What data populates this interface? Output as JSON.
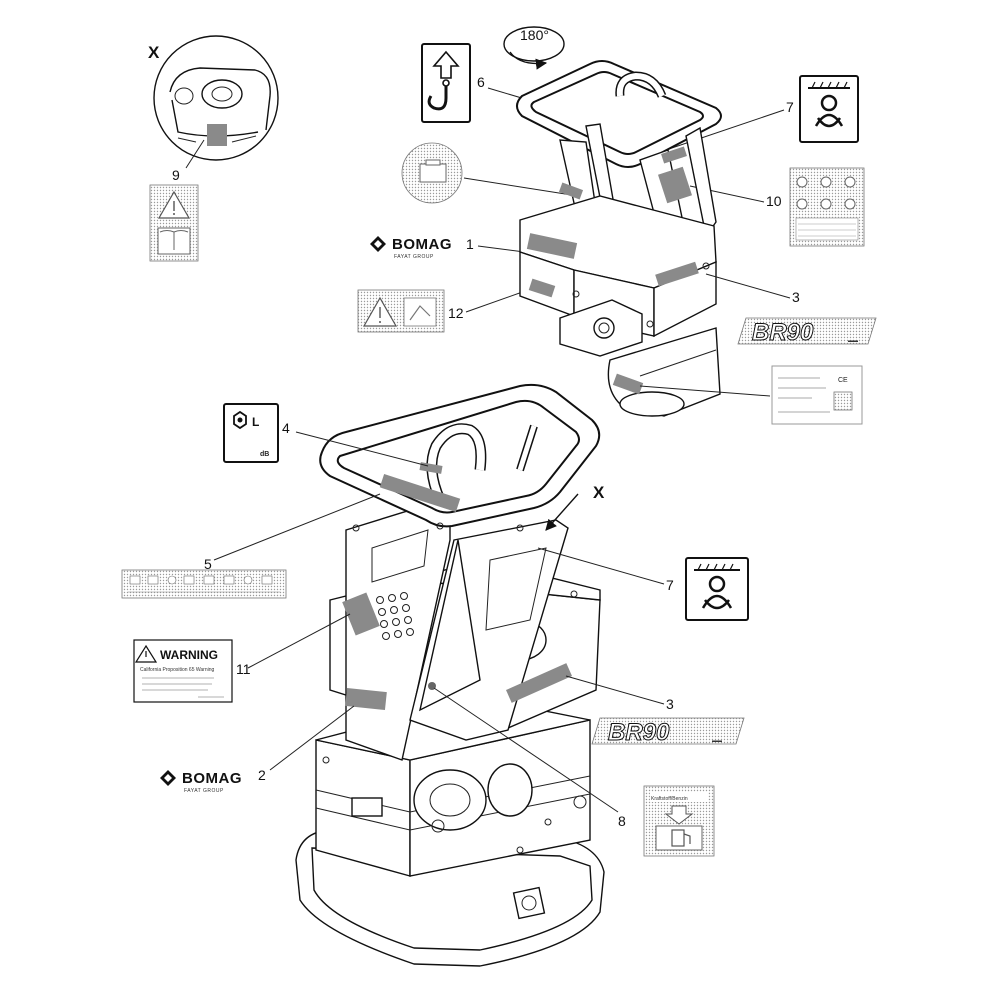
{
  "view": {
    "detail_marker": "X",
    "rotation": "180°"
  },
  "callouts": [
    "1",
    "2",
    "3",
    "4",
    "5",
    "6",
    "7",
    "8",
    "9",
    "10",
    "11",
    "12"
  ],
  "decals": {
    "brand": "BOMAG",
    "brand_sub": "FAYAT GROUP",
    "model": "BR90",
    "warning_title": "WARNING",
    "warning_subtitle": "California Proposition 65 Warning",
    "fuel_label": "Kraftstoff/Benzin",
    "sound_symbol": "L",
    "sound_unit": "dB",
    "ce_mark": "CE"
  }
}
